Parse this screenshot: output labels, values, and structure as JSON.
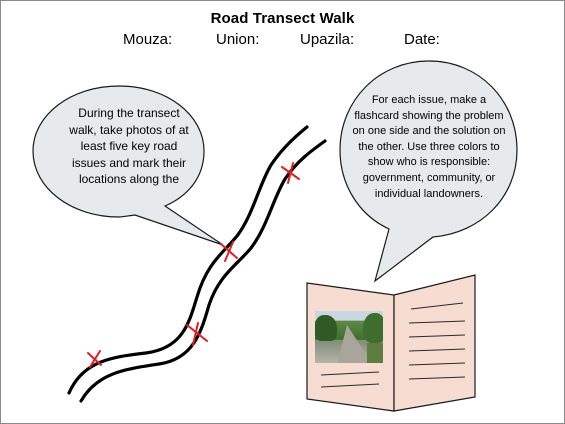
{
  "title": "Road Transect Walk",
  "fields": {
    "mouza": "Mouza:",
    "union": "Union:",
    "upazila": "Upazila:",
    "date": "Date:"
  },
  "callouts": {
    "left": "During the transect walk, take photos of at least five key road issues and mark their locations along the",
    "right": "For each issue, make a flashcard showing the problem on one side and the solution on the other. Use three colors to show who is responsible: government, community, or individual landowners."
  },
  "colors": {
    "bubble_fill": "#e6eaec",
    "bubble_stroke": "#1a1a1a",
    "mark_red": "#e02020",
    "card_fill": "#f7dcd2",
    "road_stroke": "#000000"
  },
  "road_issue_marks": 4,
  "flashcard": {
    "photo": "road-photo",
    "right_page_lines": 6,
    "left_page_lines": 2
  }
}
